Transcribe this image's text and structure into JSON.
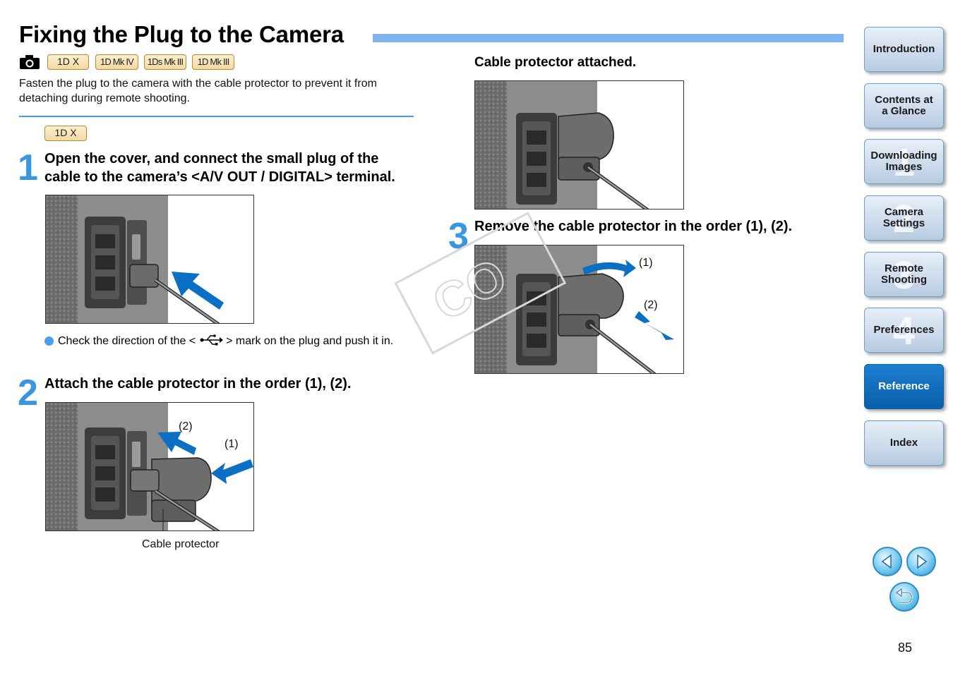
{
  "title": "Fixing the Plug to the Camera",
  "models": [
    "1D X",
    "1D Mk IV",
    "1Ds Mk III",
    "1D Mk III"
  ],
  "intro": "Fasten the plug to the camera with the cable protector to prevent it from detaching during remote shooting.",
  "section_badge": "1D X",
  "steps": [
    {
      "number": "1",
      "text": "Open the cover, and connect the small plug of the cable to the camera’s <A/V OUT / DIGITAL> terminal."
    },
    {
      "number": "2",
      "text": "Attach the cable protector in the order (1), (2)."
    },
    {
      "number": "3",
      "text": "Remove the cable protector in the order (1), (2)."
    }
  ],
  "note": {
    "before": "Check the direction of the < ",
    "after": " > mark on the plug and push it in."
  },
  "figure_labels": {
    "step2_one": "(1)",
    "step2_two": "(2)",
    "step2_caption": "Cable protector",
    "step3_one": "(1)",
    "step3_two": "(2)"
  },
  "attached_heading": "Cable protector attached.",
  "sidebar": [
    {
      "label": "Introduction",
      "num": ""
    },
    {
      "label": "Contents at a Glance",
      "num": ""
    },
    {
      "label": "Downloading Images",
      "num": "1"
    },
    {
      "label": "Camera Settings",
      "num": "2"
    },
    {
      "label": "Remote Shooting",
      "num": "3"
    },
    {
      "label": "Preferences",
      "num": "4"
    },
    {
      "label": "Reference",
      "num": "",
      "active": true
    },
    {
      "label": "Index",
      "num": ""
    }
  ],
  "page_number": "85",
  "colors": {
    "accent": "#3b96e0",
    "title_bar": "#7fb5ec",
    "active_nav": "#0a5eaa",
    "arrow": "#0b6fc4"
  }
}
